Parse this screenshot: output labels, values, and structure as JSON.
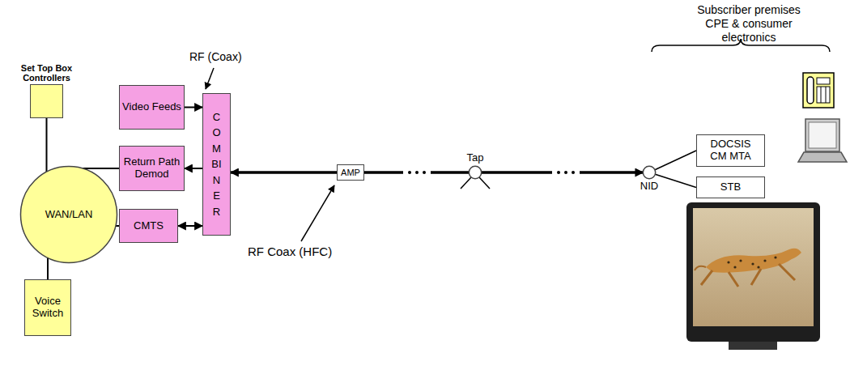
{
  "diagram": {
    "nodes": [
      {
        "text": [
          "Set Top Box Controllers"
        ]
      },
      {
        "text": [
          "WAN/LAN"
        ]
      },
      {
        "text": [
          "Voice Switch"
        ]
      },
      {
        "text": [
          "Video Feeds"
        ]
      },
      {
        "text": [
          "Return Path Demod"
        ]
      },
      {
        "text": [
          "CMTS"
        ]
      },
      {
        "text": [
          "COMBINER"
        ]
      },
      {
        "text": [
          "AMP"
        ]
      },
      {
        "text": [
          "Tap"
        ]
      },
      {
        "text": [
          "NID"
        ]
      },
      {
        "text": [
          "DOCSIS CM MTA"
        ]
      },
      {
        "text": [
          "STB"
        ]
      }
    ],
    "edges": [
      {
        "from": 0,
        "to": 1,
        "arrow": "none"
      },
      {
        "from": 1,
        "to": 2,
        "arrow": "none"
      },
      {
        "from": 1,
        "to": 4,
        "arrow": "none"
      },
      {
        "from": 1,
        "to": 5,
        "arrow": "none"
      },
      {
        "from": 3,
        "to": 6,
        "arrow": "to"
      },
      {
        "from": 6,
        "to": 4,
        "arrow": "to"
      },
      {
        "from": 5,
        "to": 6,
        "arrow": "both"
      },
      {
        "from": 7,
        "to": 6,
        "arrow": "to"
      },
      {
        "from": 7,
        "to": 8,
        "arrow": "none"
      },
      {
        "from": 8,
        "to": 9,
        "arrow": "to"
      },
      {
        "from": 9,
        "to": 10,
        "arrow": "none"
      },
      {
        "from": 9,
        "to": 11,
        "arrow": "none"
      }
    ],
    "labels": [
      "RF (Coax)",
      "RF Coax (HFC)",
      "Subscriber premises CPE & consumer electronics"
    ]
  }
}
